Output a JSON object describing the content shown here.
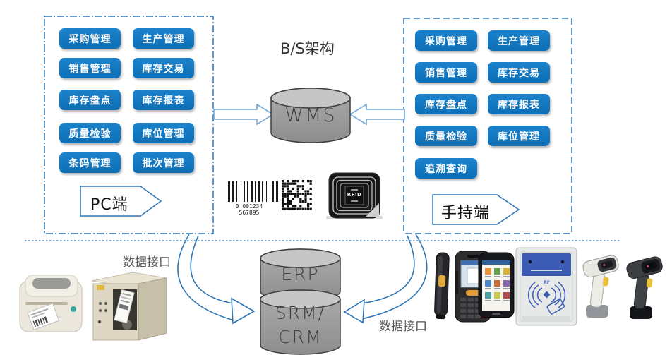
{
  "diagram_title": "B/S架构",
  "pc_panel": {
    "label": "PC端",
    "buttons": [
      "采购管理",
      "生产管理",
      "销售管理",
      "库存交易",
      "库存盘点",
      "库存报表",
      "质量检验",
      "库位管理",
      "条码管理",
      "批次管理"
    ]
  },
  "handheld_panel": {
    "label": "手持端",
    "buttons": [
      "采购管理",
      "生产管理",
      "销售管理",
      "库存交易",
      "库存盘点",
      "库存报表",
      "质量检验",
      "库位管理",
      "追溯查询"
    ]
  },
  "wms_db": {
    "label": "WMS"
  },
  "erp_db": {
    "label": "ERP"
  },
  "srm_crm_db": {
    "line1": "SRM/",
    "line2": "CRM"
  },
  "interfaces": {
    "left_label": "数据接口",
    "right_label": "数据接口"
  },
  "barcode": {
    "digits": "0 001234 567895"
  },
  "rfid_tag": {
    "label": "RFID"
  },
  "rfid_reader": {
    "logo": "RF"
  },
  "colors": {
    "button_blue": "#0e76bd",
    "panel_border_blue": "#2e75b6",
    "arrow_blue": "#5b9bd5",
    "cylinder_gray": "#9d9d9d",
    "label_text": "#555555"
  }
}
